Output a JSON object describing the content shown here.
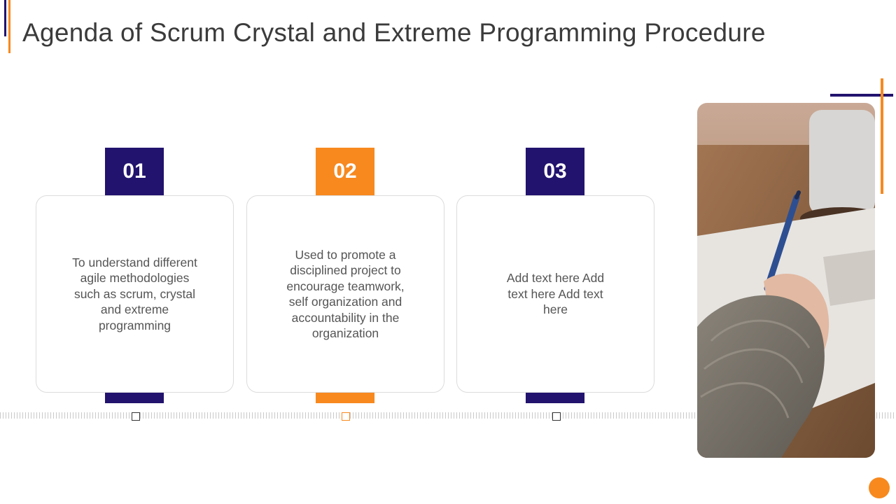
{
  "slide": {
    "title": "Agenda of Scrum Crystal and Extreme Programming Procedure"
  },
  "colors": {
    "navy": "#22136e",
    "orange": "#f7891f",
    "text": "#555555"
  },
  "items": [
    {
      "number": "01",
      "text": "To understand different agile methodologies such as scrum, crystal and extreme programming",
      "color": "#22136e"
    },
    {
      "number": "02",
      "text": "Used to promote a disciplined project to encourage teamwork, self organization and accountability in the organization",
      "color": "#f7891f"
    },
    {
      "number": "03",
      "text": "Add text here Add text here Add text here",
      "color": "#22136e"
    }
  ],
  "image": {
    "icon": "photo-hand-writing-with-pen"
  }
}
